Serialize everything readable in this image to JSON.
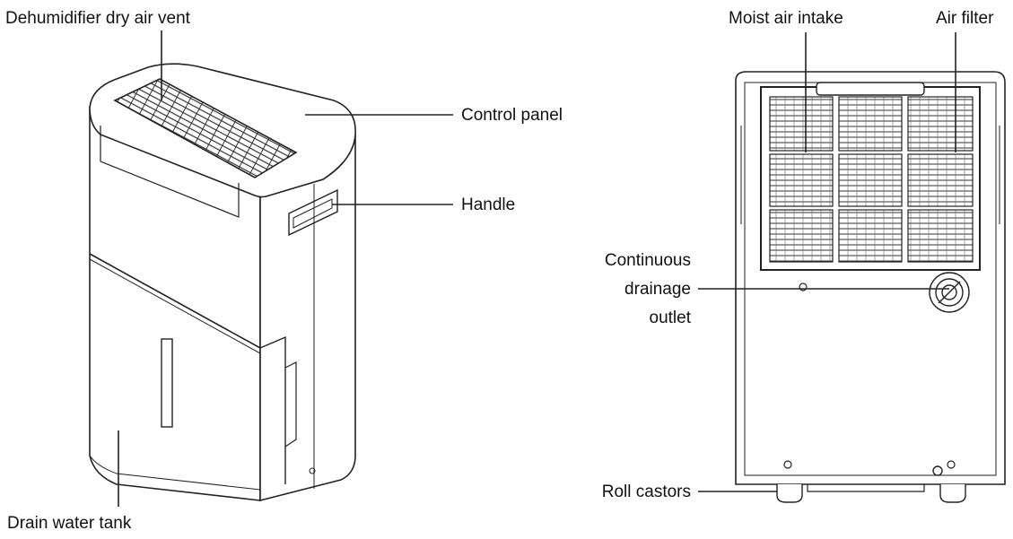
{
  "colors": {
    "line": "#222222",
    "body_fill": "#ffffff",
    "shade": "#f1f1f1",
    "background": "#ffffff"
  },
  "labels": {
    "dry_air_vent": "Dehumidifier dry air vent",
    "control_panel": "Control panel",
    "handle": "Handle",
    "drain_water_tank": "Drain water tank",
    "moist_air_intake": "Moist air intake",
    "air_filter": "Air filter",
    "drainage_outlet": [
      "Continuous",
      "drainage",
      "outlet"
    ],
    "roll_castors": "Roll castors"
  }
}
